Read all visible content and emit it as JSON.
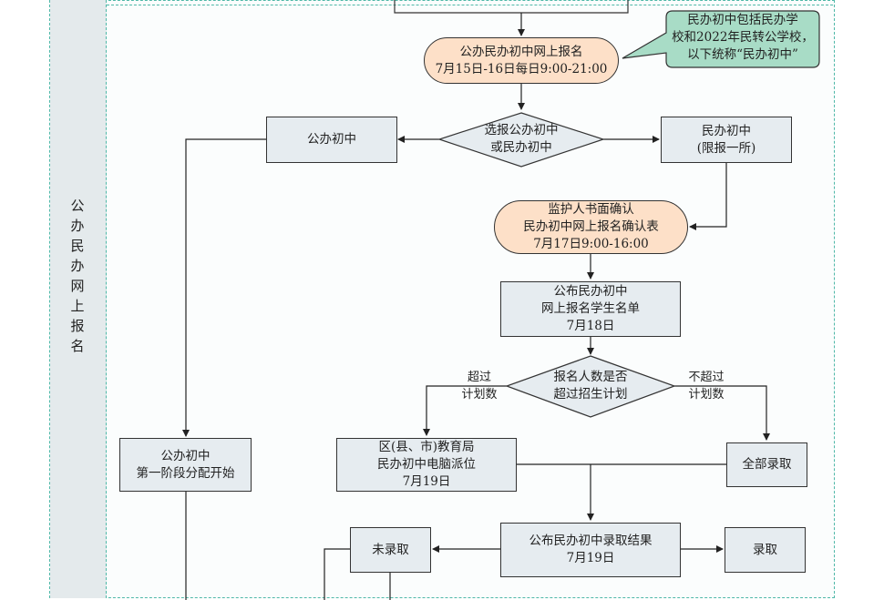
{
  "lane": {
    "label": "公办民办网上报名"
  },
  "nodes": {
    "apply_online": "公办民办初中网上报名\n7月15日-16日每日9:00-21:00",
    "callout": "民办初中包括民办学\n校和2022年民转公学校，\n以下统称“民办初中”",
    "choose": "选报公办初中\n或民办初中",
    "public": "公办初中",
    "private": "民办初中\n(限报一所)",
    "guardian_confirm": "监护人书面确认\n民办初中网上报名确认表\n7月17日9:00-16:00",
    "publish_list": "公布民办初中\n网上报名学生名单\n7月18日",
    "exceed": "报名人数是否\n超过招生计划",
    "public_stage1": "公办初中\n第一阶段分配开始",
    "lottery": "区(县、市)教育局\n民办初中电脑派位\n7月19日",
    "all_admit": "全部录取",
    "publish_result": "公布民办初中录取结果\n7月19日",
    "not_admitted": "未录取",
    "admitted": "录取"
  },
  "edge_labels": {
    "over": "超过\n计划数",
    "not_over": "不超过\n计划数"
  },
  "colors": {
    "box_fill": "#e6ecf0",
    "pill_fill": "#fde0c8",
    "callout_fill": "#a8dcc6",
    "lane_border": "#4fb8a8",
    "lane_label_bg": "#e4eaec"
  }
}
